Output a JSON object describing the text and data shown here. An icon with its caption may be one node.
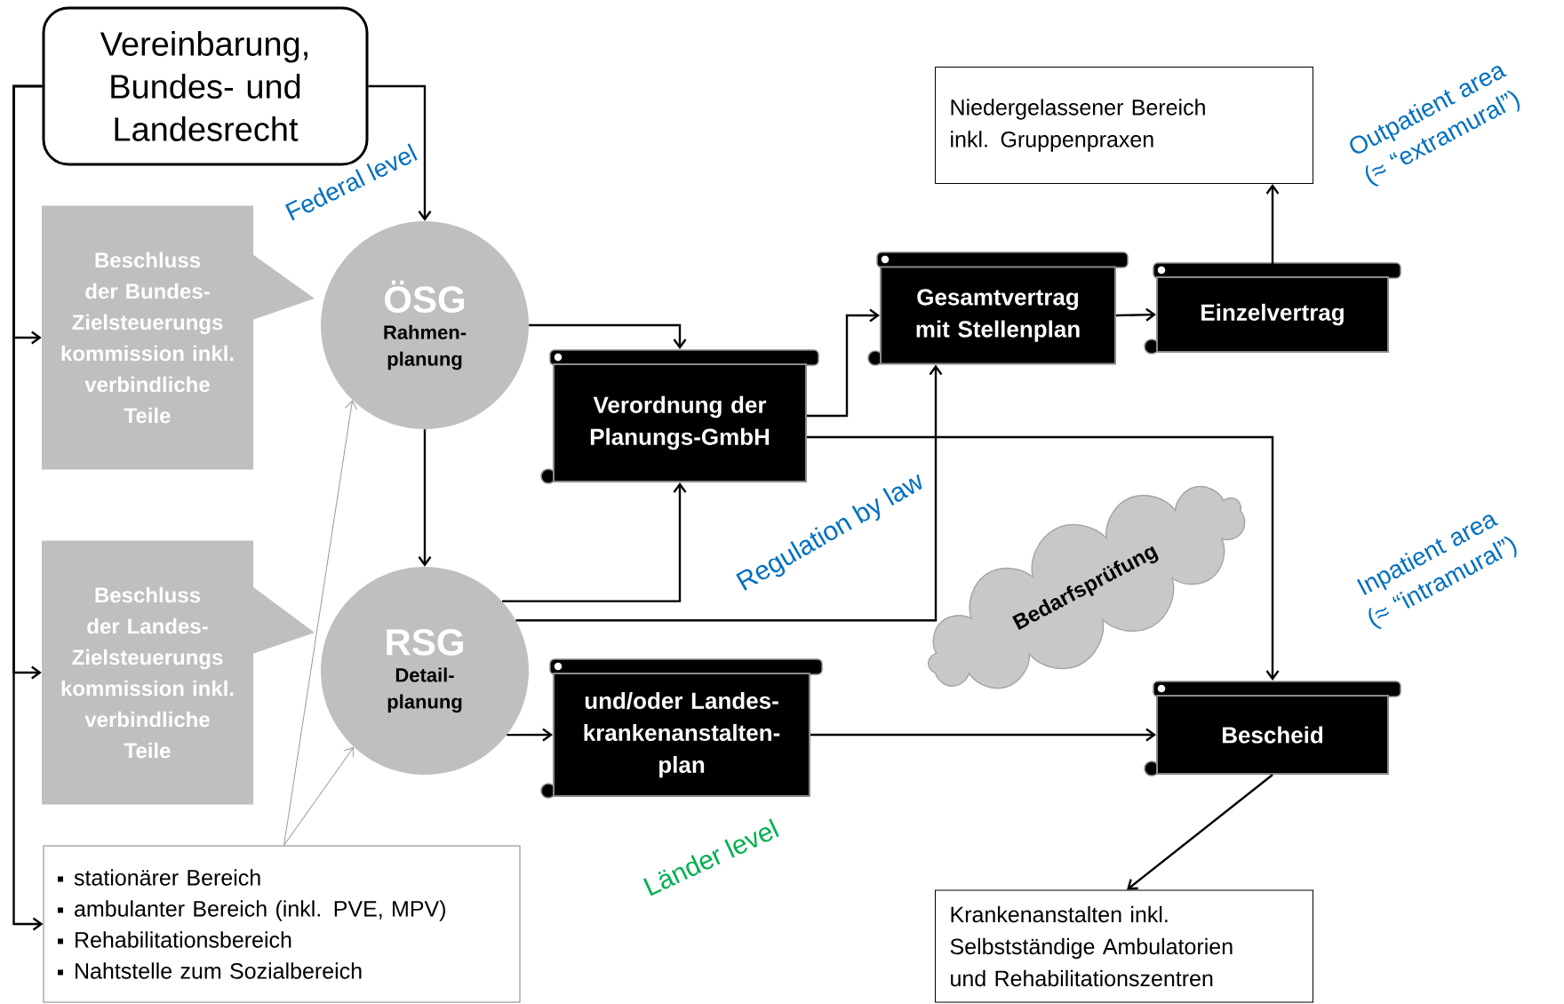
{
  "diagram": {
    "nodes": [
      {
        "text": [
          "Vereinbarung, Bundes- und Landesrecht"
        ]
      },
      {
        "text": [
          "Beschluss der Bundes- Zielsteuerungs kommission inkl. verbindliche Teile"
        ]
      },
      {
        "text": [
          "ÖSG",
          "Rahmen- planung"
        ]
      },
      {
        "text": [
          "Beschluss der Landes- Zielsteuerungs kommission inkl. verbindliche Teile"
        ]
      },
      {
        "text": [
          "RSG",
          "Detail- planung"
        ]
      },
      {
        "text": [
          "stationärer Bereich",
          "ambulanter Bereich (inkl. PVE, MPV)",
          "Rehabilitationsbereich",
          "Nahtstelle zum Sozialbereich"
        ]
      },
      {
        "text": [
          "Verordnung der Planungs-GmbH"
        ]
      },
      {
        "text": [
          "und/oder Landes- krankenanstalten- plan"
        ]
      },
      {
        "text": [
          "Gesamtvertrag mit Stellenplan"
        ]
      },
      {
        "text": [
          "Einzelvertrag"
        ]
      },
      {
        "text": [
          "Niedergelassener Bereich inkl. Gruppenpraxen"
        ]
      },
      {
        "text": [
          "Bedarfsprüfung"
        ]
      },
      {
        "text": [
          "Bescheid"
        ]
      },
      {
        "text": [
          "Krankenanstalten inkl. Selbstständige Ambulatorien und Rehabilitationszentren"
        ]
      }
    ],
    "edges": [
      {
        "from": 0,
        "to": 1,
        "arrow": "to"
      },
      {
        "from": 0,
        "to": 3,
        "arrow": "to"
      },
      {
        "from": 0,
        "to": 5,
        "arrow": "to"
      },
      {
        "from": 0,
        "to": 2,
        "arrow": "to"
      },
      {
        "from": 2,
        "to": 4,
        "arrow": "to"
      },
      {
        "from": 2,
        "to": 6,
        "arrow": "to"
      },
      {
        "from": 4,
        "to": 6,
        "arrow": "to"
      },
      {
        "from": 4,
        "to": 8,
        "arrow": "to"
      },
      {
        "from": 4,
        "to": 7,
        "arrow": "to"
      },
      {
        "from": 6,
        "to": 8,
        "arrow": "to"
      },
      {
        "from": 6,
        "to": 12,
        "arrow": "to"
      },
      {
        "from": 8,
        "to": 9,
        "arrow": "to"
      },
      {
        "from": 9,
        "to": 10,
        "arrow": "to"
      },
      {
        "from": 7,
        "to": 12,
        "arrow": "to"
      },
      {
        "from": 12,
        "to": 13,
        "arrow": "to"
      },
      {
        "from": 5,
        "to": 2,
        "arrow": "to",
        "color": "#999999"
      },
      {
        "from": 5,
        "to": 4,
        "arrow": "to",
        "color": "#999999"
      }
    ],
    "labels": [
      "Federal level",
      "Outpatient area (≈ “extramural”)",
      "Regulation by law",
      "Inpatient area (≈ “intramural”)",
      "Länder level"
    ]
  }
}
